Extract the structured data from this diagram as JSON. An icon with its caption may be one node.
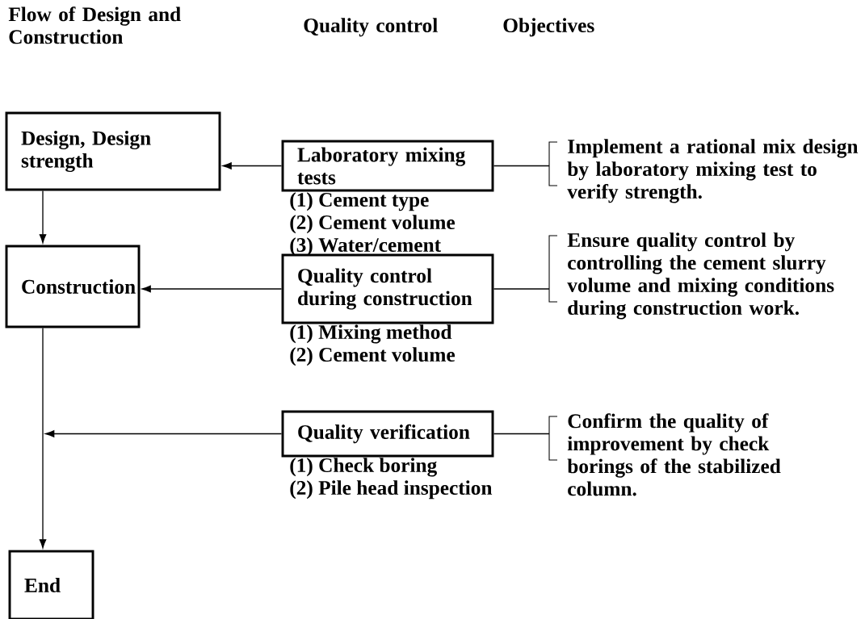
{
  "diagram": {
    "nodes": [
      {
        "text": [
          "Design, Design strength"
        ]
      },
      {
        "text": [
          "Construction"
        ]
      },
      {
        "text": [
          "End"
        ]
      },
      {
        "text": [
          "Laboratory mixing tests"
        ],
        "beside": [
          "(1) Cement type",
          "(2) Cement volume",
          "(3) Water/cement"
        ]
      },
      {
        "text": [
          "Quality control during construction"
        ],
        "beside": [
          "(1) Mixing method",
          "(2) Cement volume"
        ]
      },
      {
        "text": [
          "Quality verification"
        ],
        "beside": [
          "(1) Check boring",
          "(2) Pile head inspection"
        ]
      },
      {
        "text": [
          "Implement a rational mix design by laboratory mixing test to verify strength."
        ]
      },
      {
        "text": [
          "Ensure quality control by controlling the cement slurry volume and mixing conditions during construction work."
        ]
      },
      {
        "text": [
          "Confirm the quality of improvement by check borings of the stabilized column."
        ]
      }
    ],
    "edges": [
      {
        "from": 0,
        "to": 1,
        "arrow": "to"
      },
      {
        "from": 1,
        "to": 2,
        "arrow": "to"
      },
      {
        "from": 3,
        "to": 0,
        "arrow": "to"
      },
      {
        "from": 4,
        "to": 1,
        "arrow": "to"
      },
      {
        "from": 5,
        "to": null,
        "arrow": "to"
      },
      {
        "from": 3,
        "to": 6,
        "arrow": "none"
      },
      {
        "from": 4,
        "to": 7,
        "arrow": "none"
      },
      {
        "from": 5,
        "to": 8,
        "arrow": "none"
      }
    ],
    "labels": [
      "Flow of Design and Construction",
      "Quality control",
      "Objectives"
    ]
  }
}
